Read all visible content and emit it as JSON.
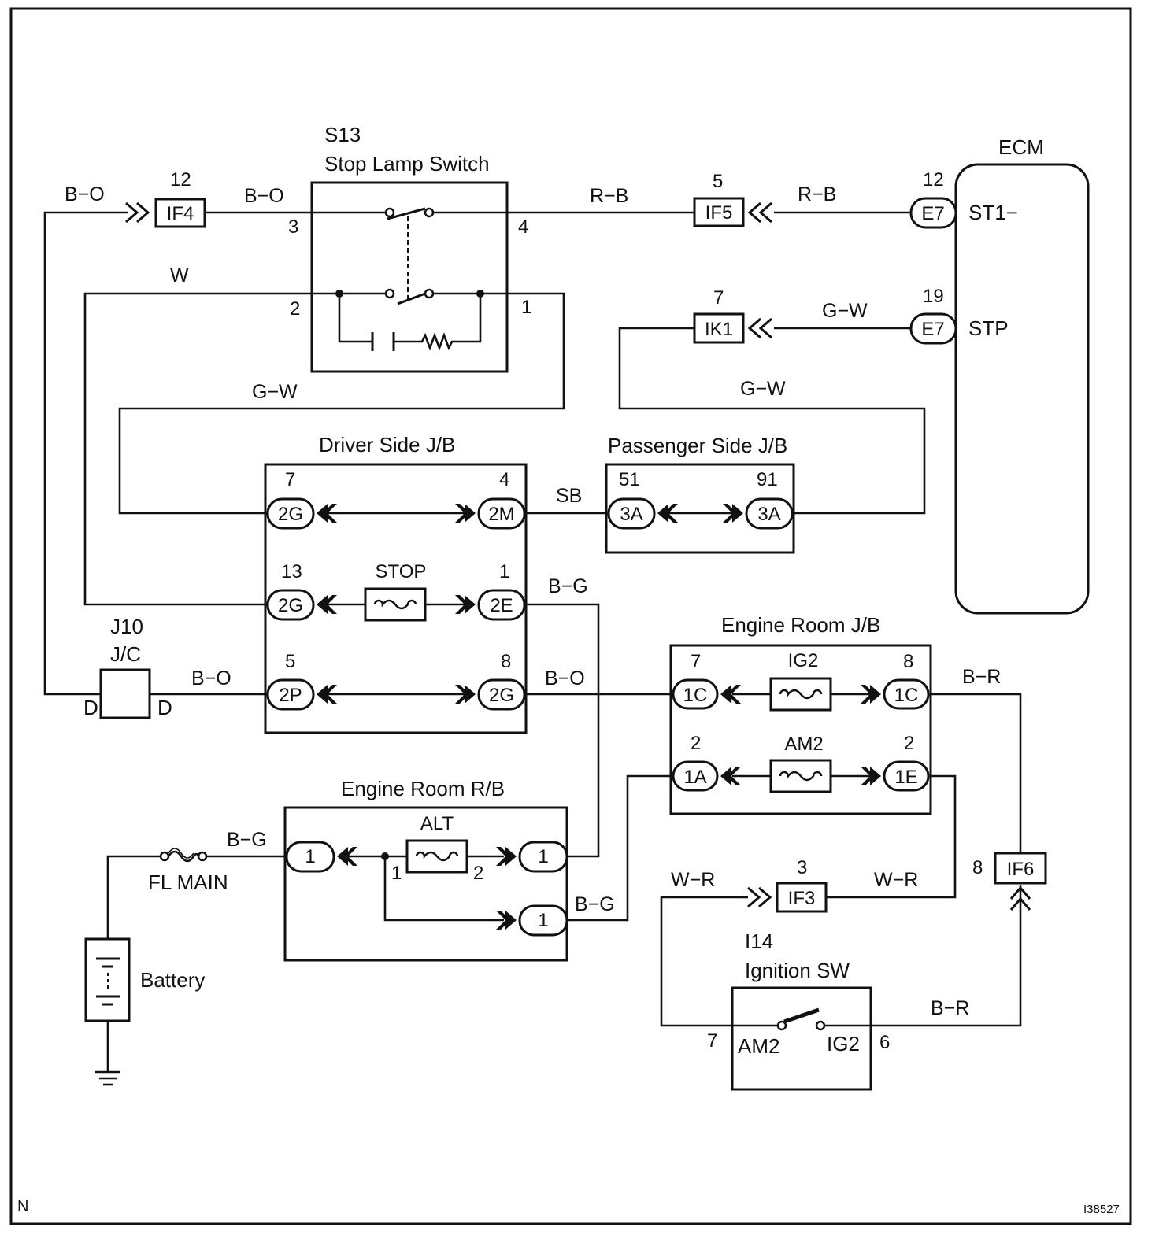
{
  "footer": {
    "corner_left": "N",
    "figure_id": "I38527"
  },
  "stop_lamp_switch": {
    "code": "S13",
    "name": "Stop Lamp Switch",
    "pins": [
      "3",
      "4",
      "2",
      "1"
    ]
  },
  "ecm": {
    "name": "ECM",
    "pin_st1": "12",
    "pin_stp": "19",
    "conn": "E7",
    "sig_st1": "ST1−",
    "sig_stp": "STP"
  },
  "connectors": {
    "if4": {
      "label": "IF4",
      "pin": "12"
    },
    "if5": {
      "label": "IF5",
      "pin": "5"
    },
    "ik1": {
      "label": "IK1",
      "pin": "7"
    },
    "if3": {
      "label": "IF3",
      "pin": "3"
    },
    "if6": {
      "label": "IF6",
      "pin": "8"
    }
  },
  "wires": {
    "b_o": "B−O",
    "r_b": "R−B",
    "w": "W",
    "g_w": "G−W",
    "sb": "SB",
    "b_g": "B−G",
    "b_r": "B−R",
    "w_r": "W−R"
  },
  "driver_jb": {
    "title": "Driver Side J/B",
    "fuse": "STOP",
    "rows": [
      {
        "left_pin": "7",
        "left_conn": "2G",
        "right_pin": "4",
        "right_conn": "2M"
      },
      {
        "left_pin": "13",
        "left_conn": "2G",
        "right_pin": "1",
        "right_conn": "2E"
      },
      {
        "left_pin": "5",
        "left_conn": "2P",
        "right_pin": "8",
        "right_conn": "2G"
      }
    ]
  },
  "passenger_jb": {
    "title": "Passenger Side J/B",
    "left_pin": "51",
    "left_conn": "3A",
    "right_pin": "91",
    "right_conn": "3A"
  },
  "engine_room_jb": {
    "title": "Engine Room J/B",
    "rows": [
      {
        "fuse": "IG2",
        "left_pin": "7",
        "left_conn": "1C",
        "right_pin": "8",
        "right_conn": "1C"
      },
      {
        "fuse": "AM2",
        "left_pin": "2",
        "left_conn": "1A",
        "right_pin": "2",
        "right_conn": "1E"
      }
    ]
  },
  "engine_room_rb": {
    "title": "Engine Room R/B",
    "fuse": "ALT",
    "fuse_pin_left": "1",
    "fuse_pin_right": "2",
    "conn_left": "1",
    "conn_right_top": "1",
    "conn_right_bottom": "1"
  },
  "junction": {
    "code": "J10",
    "name": "J/C",
    "pin_left": "D",
    "pin_right": "D"
  },
  "battery": {
    "label": "Battery",
    "fusible_link": "FL MAIN"
  },
  "ignition_sw": {
    "code": "I14",
    "name": "Ignition SW",
    "pin_am2": "7",
    "pin_ig2": "6",
    "term_am2": "AM2",
    "term_ig2": "IG2"
  }
}
